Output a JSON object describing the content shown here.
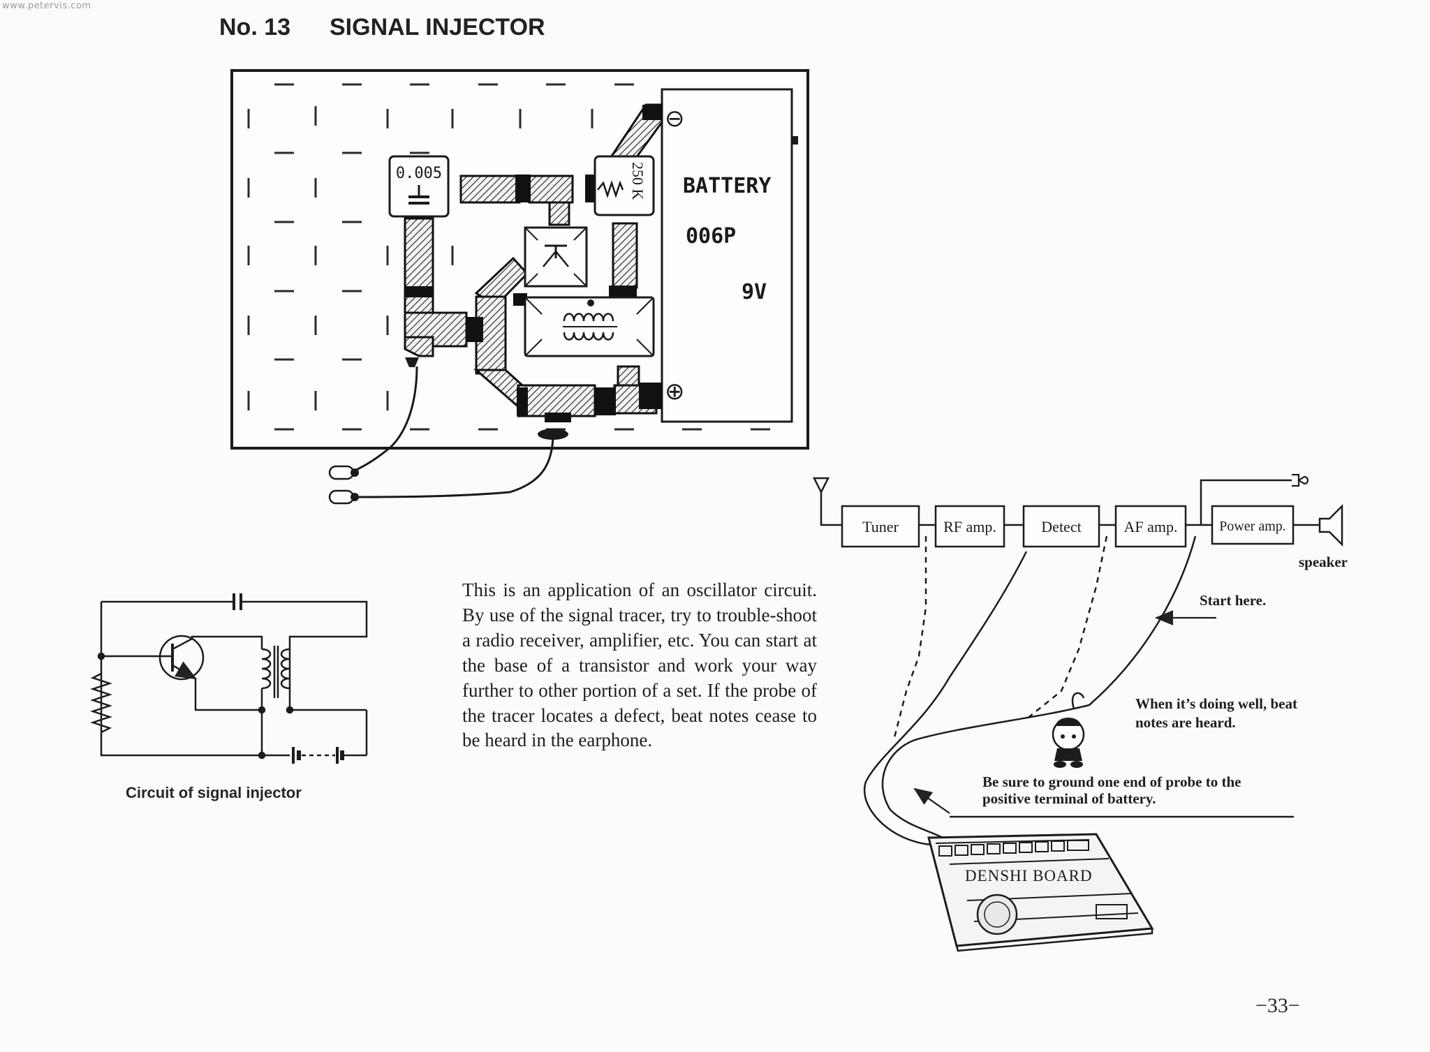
{
  "page": {
    "watermark": "www.petervis.com",
    "project_number": "No. 13",
    "title": "SIGNAL INJECTOR",
    "page_number": "−33−"
  },
  "board_diagram": {
    "capacitor_value": "0.005",
    "resistor_value": "250 K",
    "battery_title": "BATTERY",
    "battery_model": "006P",
    "battery_voltage": "9V",
    "terminal_negative": "⊖",
    "terminal_positive": "⊕"
  },
  "schematic": {
    "caption": "Circuit of signal injector"
  },
  "description": "This is an application of an oscillator circuit. By use of the signal tracer, try to trouble-shoot a radio receiver, amplifier, etc. You can start at the base of a transistor and work your way further to other portion of a set. If the probe of the tracer locates a defect, beat notes cease to be heard in the earphone.",
  "block_diagram": {
    "stages": [
      "Tuner",
      "RF amp.",
      "Detect",
      "AF amp.",
      "Power amp."
    ],
    "speaker_label": "speaker",
    "start_note": "Start here.",
    "success_note": "When it’s doing well, beat notes are heard.",
    "ground_note": "Be sure to ground one end of probe to the positive terminal of battery.",
    "board_label": "DENSHI BOARD"
  }
}
